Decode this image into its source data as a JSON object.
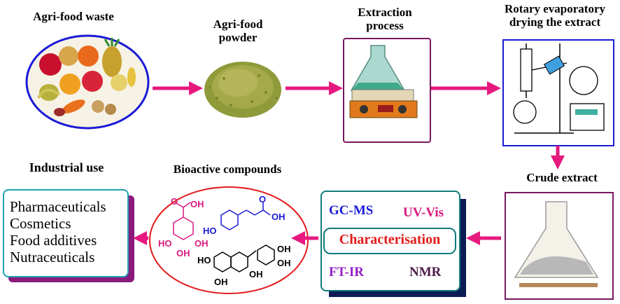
{
  "steps": {
    "waste": "Agri-food waste",
    "powder_line1": "Agri-food",
    "powder_line2": "powder",
    "extraction_line1": "Extraction",
    "extraction_line2": "process",
    "rotary_line1": "Rotary evaporatory",
    "rotary_line2": "drying the extract",
    "crude": "Crude extract",
    "bioactive": "Bioactive compounds",
    "industrial": "Industrial use"
  },
  "characterisation": {
    "gcms": "GC-MS",
    "uvvis": "UV-Vis",
    "title": "Characterisation",
    "ftir": "FT-IR",
    "nmr": "NMR"
  },
  "industrial_uses": [
    "Pharmaceuticals",
    "Cosmetics",
    "Food additives",
    "Nutraceuticals"
  ],
  "molecule_labels": {
    "gallic_oh_top_o": "O",
    "gallic_oh_top": "OH",
    "gallic_ho_left": "HO",
    "gallic_oh_right": "OH",
    "gallic_oh_bottom": "OH",
    "coumaric_o": "O",
    "coumaric_oh_right": "OH",
    "coumaric_ho_left": "HO",
    "catechin_oh_right1": "OH",
    "catechin_oh_right2": "OH",
    "catechin_ho_left": "HO",
    "catechin_oh_mid": "OH",
    "catechin_oh_bottom": "OH"
  },
  "colors": {
    "arrow": "#e6197f",
    "frame_purple": "#7a1760",
    "frame_teal": "#117a7a",
    "shadow_navy": "#0c1d55",
    "shadow_purple": "#8a1a7c",
    "gcms": "#1a1ad6",
    "uvvis": "#d6197d",
    "characterisation": "#e31a1a",
    "ftir": "#9320c6",
    "nmr": "#4b1a48",
    "gallic": "#d6197d",
    "coumaric": "#1a1ad6",
    "catechin": "#000000",
    "ellipse": "#e31a1a",
    "industrial_border": "#1fa3b2"
  }
}
